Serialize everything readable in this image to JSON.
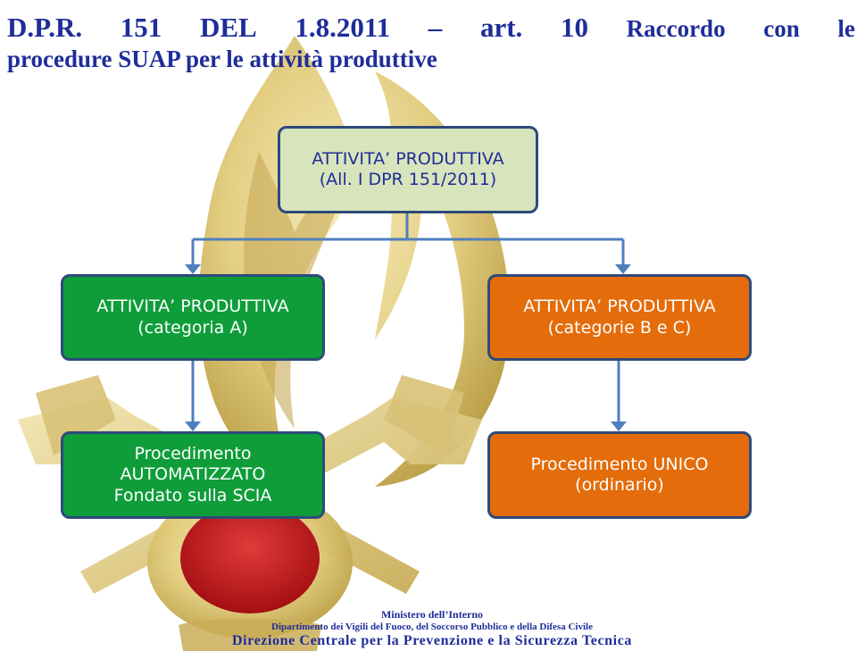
{
  "title": {
    "line1_parts": [
      "D.P.R.",
      "151",
      "DEL",
      "1.8.2011",
      "–",
      "art.",
      "10",
      "Raccordo",
      "con",
      "le"
    ],
    "line2": "procedure SUAP per le attività produttive"
  },
  "diagram": {
    "root": {
      "line1": "ATTIVITA’ PRODUTTIVA",
      "line2": "(All. I DPR 151/2011)"
    },
    "cat_a": {
      "line1": "ATTIVITA’ PRODUTTIVA",
      "line2": "(categoria A)"
    },
    "cat_bc": {
      "line1": "ATTIVITA’ PRODUTTIVA",
      "line2": "(categorie B e C)"
    },
    "proc_auto": {
      "line1": "Procedimento",
      "line2": "AUTOMATIZZATO",
      "line3": "Fondato sulla SCIA"
    },
    "proc_unico": {
      "line1": "Procedimento UNICO",
      "line2": "(ordinario)"
    }
  },
  "footer": {
    "ministry": "Ministero dell’Interno",
    "department": "Dipartimento dei Vigili del Fuoco, del Soccorso Pubblico e della Difesa Civile",
    "direction": "Direzione Centrale per la Prevenzione e la Sicurezza Tecnica"
  },
  "colors": {
    "title": "#1f2d99",
    "root_fill": "#d8e4bc",
    "green_fill": "#0f9d3a",
    "orange_fill": "#e46c0a",
    "border": "#2e4a7a",
    "connector": "#4f7fbf"
  },
  "background": {
    "emblem_icon": "vigili-del-fuoco-flame-emblem-icon"
  }
}
